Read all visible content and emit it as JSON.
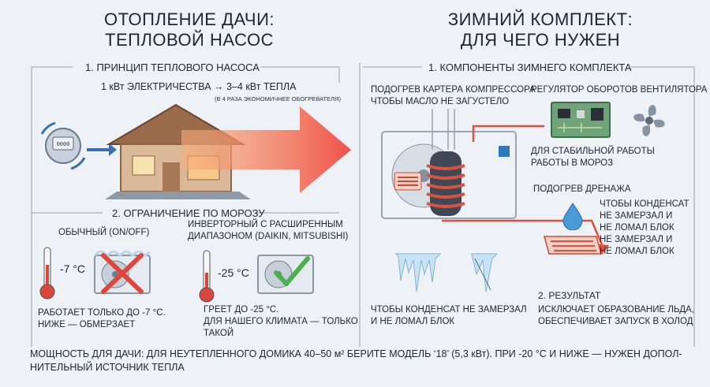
{
  "left_title": [
    "ОТОПЛЕНИЕ ДАЧИ:",
    "ТЕПЛОВОЙ НАСОС"
  ],
  "right_title": [
    "ЗИМНИЙ КОМПЛЕКТ:",
    "ДЛЯ ЧЕГО НУЖЕН"
  ],
  "principle": {
    "heading": "1. ПРИНЦИП ТЕПЛОВОГО НАСОСА",
    "formula": "1 кВт ЭЛЕКТРИЧЕСТВА → 3–4 кВт ТЕПЛА",
    "note": "(В 4 РАЗА ЭКОНОМИЧНЕЕ ОБОГРЕВАТЕЛЯ)"
  },
  "limit": {
    "heading": "2. ОГРАНИЧЕНИЕ ПО МОРОЗУ",
    "regular": {
      "label": "ОБЫЧНЫЙ (ON/OFF)",
      "temp": "-7 °C",
      "desc": [
        "РАБОТАЕТ ТОЛЬКО ДО -7 °C.",
        "НИЖЕ — ОБМЕРЗАЕТ"
      ]
    },
    "inverter": {
      "label": [
        "ИНВЕРТОРНЫЙ С РАСШИРЕННЫМ",
        "ДИАПАЗОНОМ (DAIKIN, MITSUBISHI)"
      ],
      "temp": "-25 °C",
      "desc": [
        "ГРЕЕТ ДО -25 °C.",
        "ДЛЯ НАШЕГО КЛИМАТА — ТОЛЬКО",
        "ТАКОЙ"
      ]
    }
  },
  "components": {
    "heading": "1. КОМПОНЕНТЫ ЗИМНЕГО КОМПЛЕКТА",
    "crankcase": [
      "ПОДОГРЕВ КАРТЕРА КОМПРЕССОРА",
      "ЧТОБЫ МАСЛО НЕ ЗАГУСТЕЛО"
    ],
    "fan_regulator": "РЕГУЛЯТОР ОБОРОТОВ ВЕНТИЛЯТОРА",
    "stable": [
      "ДЛЯ СТАБИЛЬНОЙ РАБОТЫ",
      "РАБОТЫ В МОРОЗ"
    ],
    "drain": "ПОДОГРЕВ ДРЕНАЖА",
    "condensate": [
      "ЧТОБЫ КОНДЕНСАТ",
      "НЕ ЗАМЕРЗАЛ И",
      "НЕ ЛОМАЛ БЛОК",
      "НЕ ЗАМЕРЗАЛ И",
      "НЕ ЛОМАЛ БЛОК"
    ],
    "ice_note": [
      "ЧТОБЫ КОНДЕНСАТ НЕ ЗАМЕРЗАЛ",
      "И НЕ ЛОМАЛ БЛОК"
    ]
  },
  "result": {
    "heading": "2. РЕЗУЛЬТАТ",
    "text": [
      "ИСКЛЮЧАЕТ ОБРАЗОВАНИЕ ЛЬДА,",
      "ОБЕСПЕЧИВАЕТ ЗАПУСК В ХОЛОД"
    ]
  },
  "bottom": [
    "МОЩНОСТЬ ДЛЯ ДАЧИ: ДЛЯ НЕУТЕПЛЕННОГО ДОМИКА 40–50 м² БЕРИТЕ МОДЕЛЬ ‘18’ (5,3 кВт). ПРИ -20 °C И НИЖЕ — НУЖЕН ДОПОЛ-",
    "НИТЕЛЬНЫЙ ИСТОЧНИК ТЕПЛА"
  ],
  "colors": {
    "arrow": "#f0524a",
    "pipe": "#e05040",
    "check": "#4caf50",
    "cross": "#e0463c",
    "line": "#9aa4b0"
  },
  "icons": [
    "electric-meter-icon",
    "house-icon",
    "heat-arrow-icon",
    "thermometer-icon",
    "outdoor-unit-icon",
    "cross-icon",
    "check-icon",
    "fan-icon",
    "circuit-board-icon",
    "water-drop-icon",
    "icicle-icon"
  ]
}
